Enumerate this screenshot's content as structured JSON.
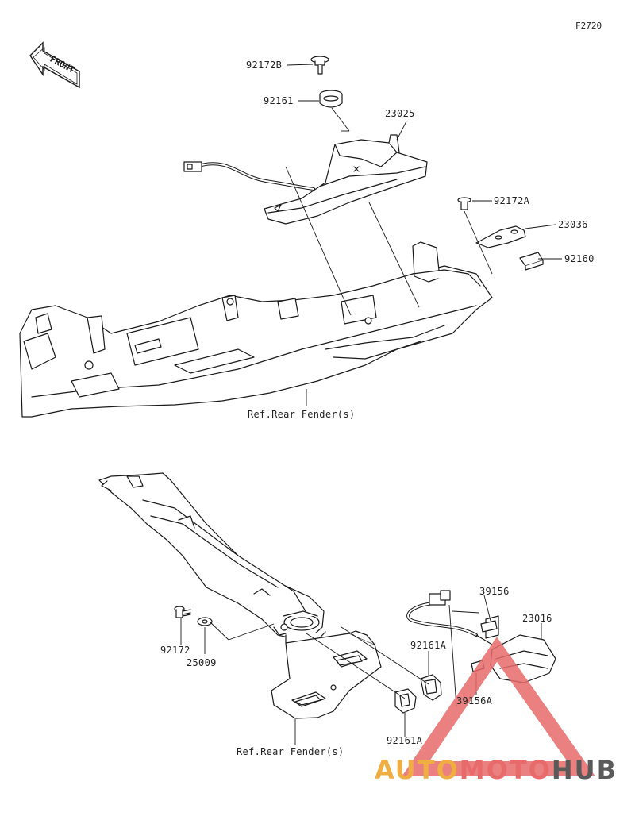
{
  "diagram_code": "F2720",
  "front_badge": "FRONT",
  "labels": {
    "p92172B": "92172B",
    "p92161": "92161",
    "p23025": "23025",
    "p92172A": "92172A",
    "p23036": "23036",
    "p92160": "92160",
    "ref_upper": "Ref.Rear Fender(s)",
    "p39156": "39156",
    "p23016": "23016",
    "p92161A_a": "92161A",
    "p39156A": "39156A",
    "p92172": "92172",
    "p25009": "25009",
    "p92161A_b": "92161A",
    "ref_lower": "Ref.Rear Fender(s)"
  },
  "watermark": {
    "part1": "AUTO",
    "part2": "MOTO",
    "part3": "HUB"
  },
  "colors": {
    "line": "#1a1a1a",
    "fill": "#ffffff",
    "watermark_red": "#e86a6a",
    "watermark_orange": "#f0ad42",
    "watermark_gray": "#5a5a5a"
  }
}
